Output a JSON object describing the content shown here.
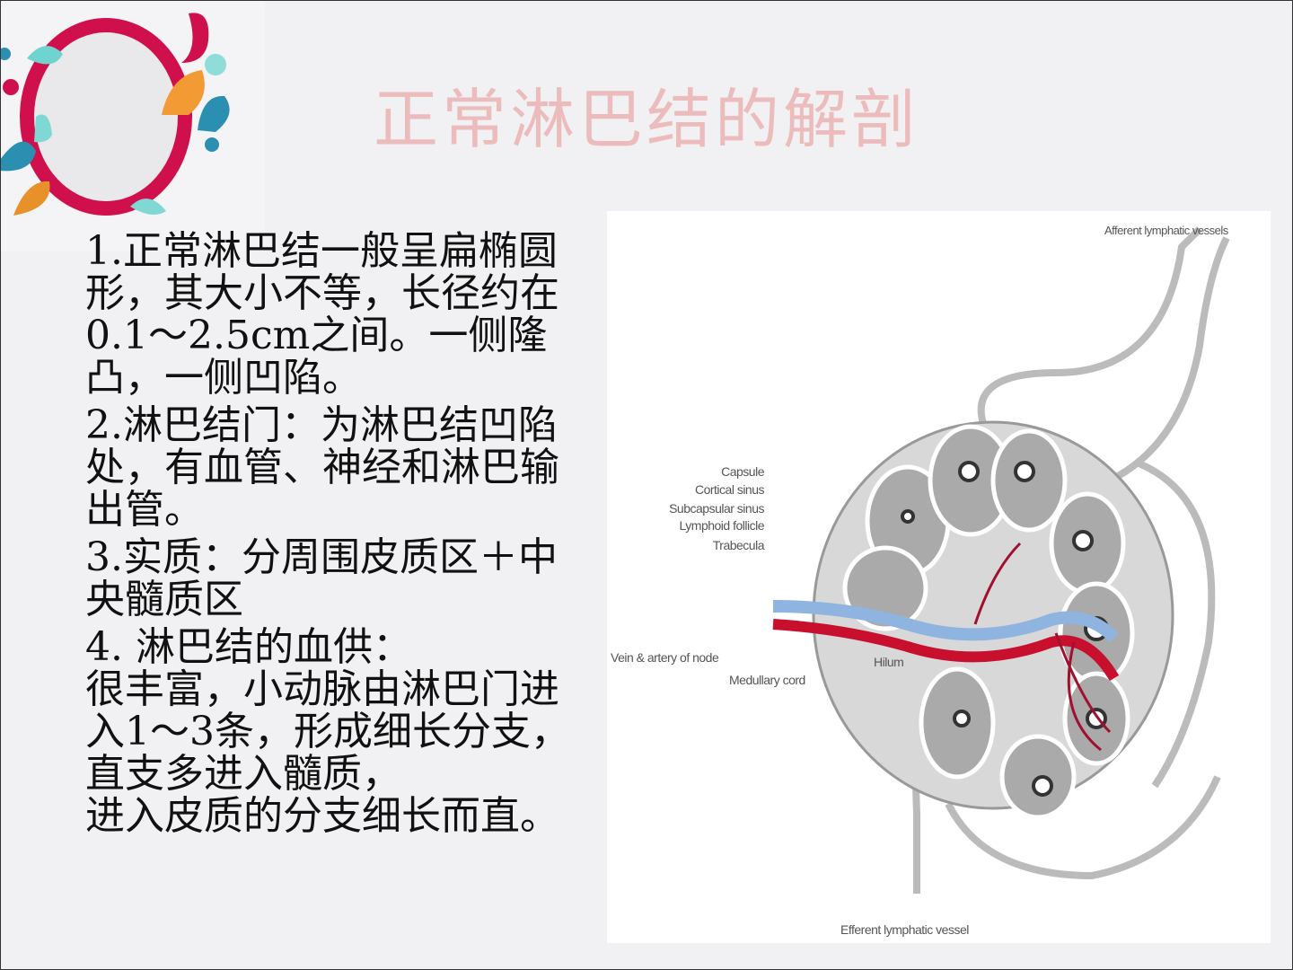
{
  "slide": {
    "title": "正常淋巴结的解剖",
    "paragraphs": [
      {
        "lines": [
          "1.正常淋巴结一般呈扁椭圆",
          "形，其大小不等，长径约在",
          "0.1～2.5cm之间。一侧隆",
          "凸，一侧凹陷。"
        ]
      },
      {
        "lines": [
          "2.淋巴结门：为淋巴结凹陷",
          "处，有血管、神经和淋巴输",
          "出管。"
        ]
      },
      {
        "lines": [
          "3.实质：分周围皮质区＋中",
          "央髓质区"
        ]
      },
      {
        "lines": [
          "4. 淋巴结的血供：",
          "很丰富，小动脉由淋巴门进",
          "入1～3条，形成细长分支，",
          "直支多进入髓质，",
          "进入皮质的分支细长而直。"
        ]
      }
    ],
    "figure": {
      "labels": {
        "afferent": "Afferent lymphatic vessels",
        "capsule": "Capsule",
        "cortical_sinus": "Cortical sinus",
        "subcapsular_sinus": "Subcapsular sinus",
        "lymphoid_follicle": "Lymphoid follicle",
        "trabecula": "Trabecula",
        "vein_artery": "Vein & artery of node",
        "hilum": "Hilum",
        "medullary_cord": "Medullary cord",
        "efferent": "Efferent lymphatic vessel"
      }
    },
    "colors": {
      "title": "#ecbcbc",
      "ring": "#d0104c",
      "teal": "#6fd3cf",
      "orange": "#f29a34",
      "blue": "#2a8fb0",
      "vein": "#8fb4e0",
      "artery": "#c8102e"
    }
  }
}
